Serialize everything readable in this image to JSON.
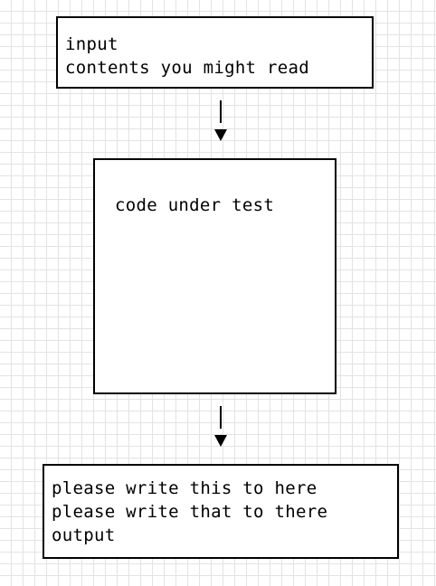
{
  "input_box": {
    "lines": [
      "input",
      "contents you might read"
    ]
  },
  "code_box": {
    "label": "code under test"
  },
  "output_box": {
    "lines": [
      "please write this to here",
      "please write that to there",
      "output"
    ]
  }
}
